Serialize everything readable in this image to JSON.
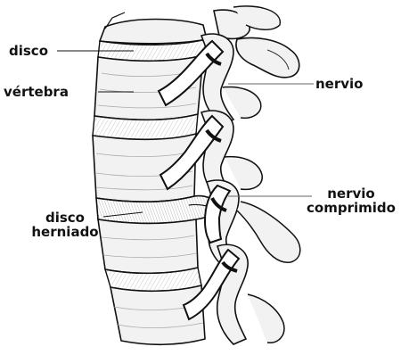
{
  "labels": {
    "disco": "disco",
    "vertebra": "vértebra",
    "nervio": "nervio",
    "nervio_comprimido_line1": "nervio",
    "nervio_comprimido_line2": "comprimido",
    "disco_herniado_line1": "disco",
    "disco_herniado_line2": "herniado"
  },
  "colors": {
    "ink": "#111111",
    "bone": "#f2f2f2",
    "disc": "#dcdcdc",
    "nerve": "#ffffff",
    "leader": "#666666"
  }
}
